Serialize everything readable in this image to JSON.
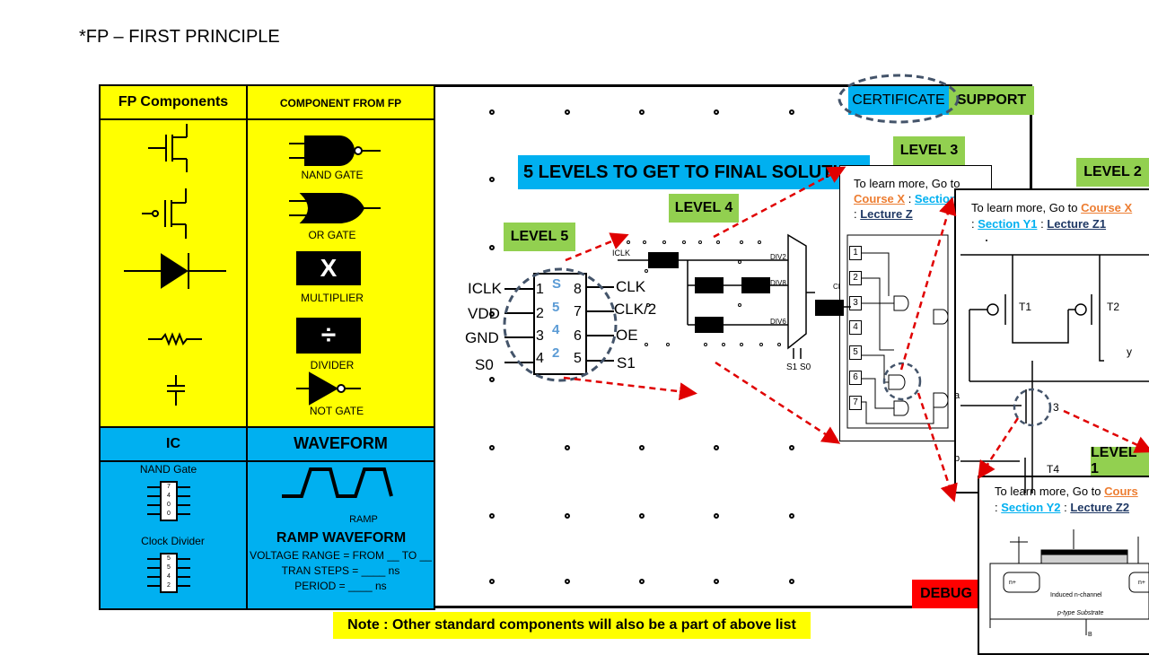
{
  "title": "*FP – FIRST PRINCIPLE",
  "fp_components": {
    "header": "FP Components"
  },
  "component_from_fp": {
    "header": "COMPONENT FROM FP",
    "items": [
      "NAND GATE",
      "OR GATE",
      "MULTIPLIER",
      "DIVIDER",
      "NOT GATE"
    ],
    "multiplier_symbol": "X",
    "divider_symbol": "÷"
  },
  "ic": {
    "header": "IC",
    "nand_label": "NAND Gate",
    "nand_chip": [
      "7",
      "4",
      "0",
      "0"
    ],
    "divider_label": "Clock Divider",
    "divider_chip": [
      "5",
      "5",
      "4",
      "2"
    ]
  },
  "waveform": {
    "header": "WAVEFORM",
    "ramp_small": "RAMP",
    "ramp_title": "RAMP WAVEFORM",
    "lines": [
      "VOLTAGE RANGE = FROM __ TO __",
      "TRAN STEPS = ____ ns",
      "PERIOD = ____ ns"
    ]
  },
  "badges": {
    "certificate": "CERTIFICATE",
    "support": "SUPPORT",
    "debug": "DEBUG",
    "level1": "LEVEL 1",
    "level2": "LEVEL 2",
    "level3": "LEVEL 3",
    "level4": "LEVEL 4",
    "level5": "LEVEL 5"
  },
  "banner": "5 LEVELS TO GET TO FINAL SOLUTION",
  "chip": {
    "left_pins": [
      "ICLK",
      "VDD",
      "GND",
      "S0"
    ],
    "right_pins": [
      "CLK",
      "CLK/2",
      "OE",
      "S1"
    ],
    "left_nums": [
      "1",
      "2",
      "3",
      "4"
    ],
    "right_nums": [
      "8",
      "7",
      "6",
      "5"
    ],
    "center": [
      "S",
      "5",
      "4",
      "2"
    ]
  },
  "schematic": {
    "iclk": "ICLK",
    "div2": "DIV2",
    "div8": "DIV8",
    "div6": "DIV6",
    "sel": "S1 S0",
    "cl": "CL"
  },
  "level3_panel": {
    "intro": "To learn more,  Go to",
    "course": "Course X",
    "sep": " : ",
    "section": "Section",
    "lecture": "Lecture Z",
    "pins": [
      "1",
      "2",
      "3",
      "4",
      "5",
      "6",
      "7"
    ]
  },
  "level2_panel": {
    "intro": "To learn more,  Go to",
    "course": "Course X",
    "section": "Section Y1",
    "sep": " : ",
    "lecture": "Lecture Z1",
    "t1": "T1",
    "t2": "T2",
    "t3": "3",
    "t4": "T4",
    "y": "y",
    "a": "a",
    "b": "b"
  },
  "level1_panel": {
    "intro": "To learn more,  Go to",
    "course": "Cours",
    "section": "Section Y2",
    "sep": " : ",
    "lecture": "Lecture Z2",
    "induced": "Induced n-channel",
    "substrate": "p-type Substrate",
    "np": "n+",
    "np2": "n+",
    "b": "B"
  },
  "note": "Note : Other standard components will also be a part of above list",
  "colors": {
    "yellow": "#ffff00",
    "blue": "#00b0f0",
    "green": "#92d050",
    "red": "#ff0000",
    "dashed_red": "#e00000"
  }
}
